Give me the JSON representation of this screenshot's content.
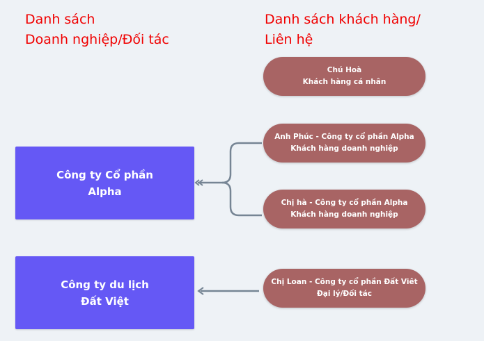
{
  "headings": {
    "left": [
      "Danh sách",
      "Doanh nghiệp/Đối tác"
    ],
    "right": [
      "Danh sách khách hàng/",
      "Liên hệ"
    ]
  },
  "companies": [
    {
      "lines": [
        "Công ty Cổ phần",
        "Alpha"
      ]
    },
    {
      "lines": [
        "Công ty du lịch",
        "Đất Việt"
      ]
    }
  ],
  "contacts": [
    {
      "name": "Chú Hoà",
      "type": "Khách hàng cá nhân"
    },
    {
      "name": "Anh Phúc - Công ty cổ phần Alpha",
      "type": "Khách hàng doanh nghiệp"
    },
    {
      "name": "Chị hà - Công ty cổ phần Alpha",
      "type": "Khách hàng doanh nghiệp"
    },
    {
      "name": "Chị Loan - Công ty cổ phần Đất Viêt",
      "type": "Đại lý/Đối tác"
    }
  ],
  "colors": {
    "heading": "#f00000",
    "company": "#6558f5",
    "contact": "#a86464",
    "connector": "#768594"
  }
}
